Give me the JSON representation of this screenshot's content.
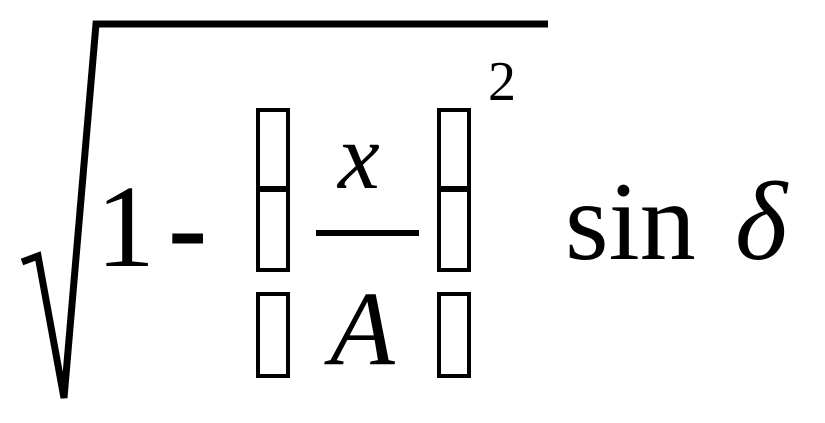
{
  "formula": {
    "one": "1",
    "minus": "-",
    "numerator": "x",
    "denominator": "A",
    "exponent": "2",
    "function": "sin",
    "angle": "δ"
  },
  "colors": {
    "ink": "#000000",
    "background": "#ffffff"
  },
  "icons": {
    "radical": "square-root-sign",
    "bracket_glyph": "missing-glyph-box"
  }
}
